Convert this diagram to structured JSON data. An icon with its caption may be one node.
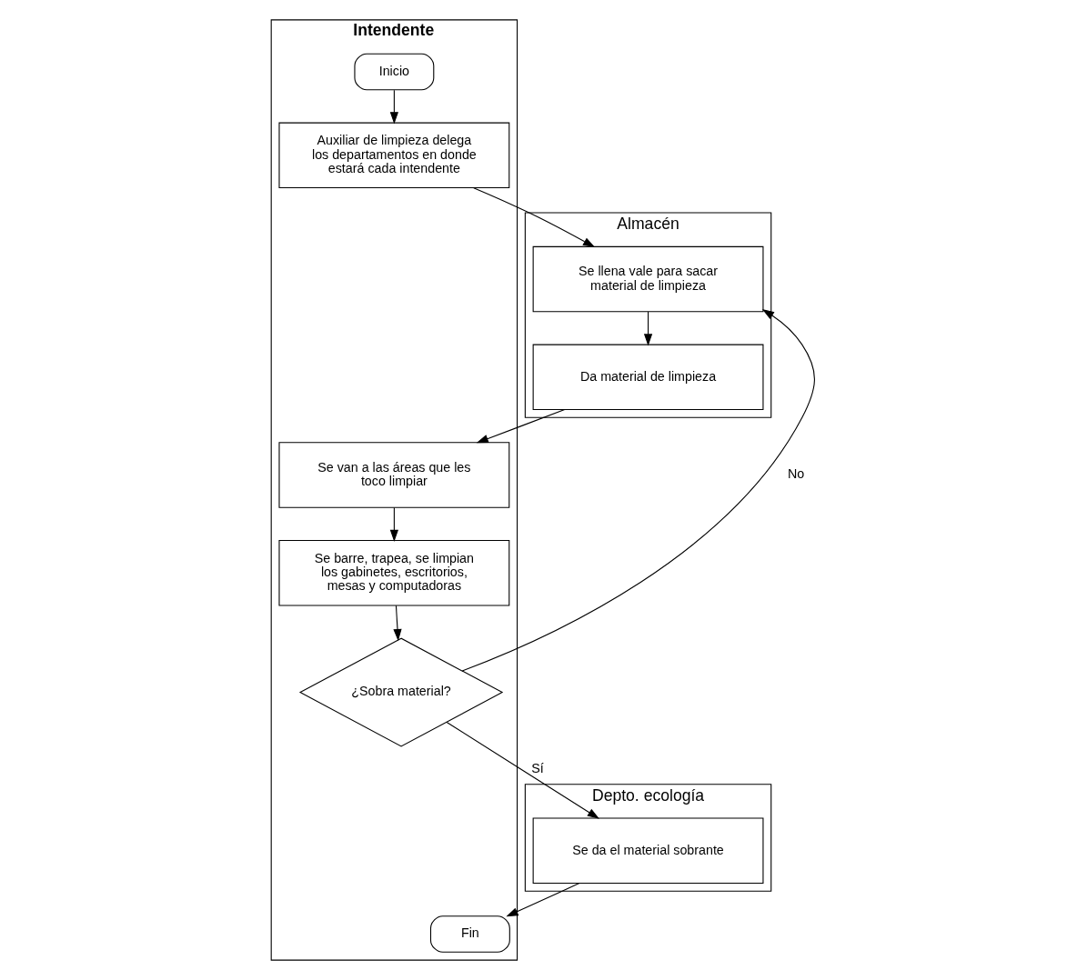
{
  "diagram": {
    "nodes": [
      {
        "text": [
          "Intendente"
        ]
      },
      {
        "text": [
          "Almacén"
        ]
      },
      {
        "text": [
          "Depto. ecología"
        ]
      },
      {
        "text": [
          "Inicio"
        ],
        "in": 0
      },
      {
        "text": [
          "Auxiliar de limpieza delega los departamentos en donde estará cada intendente"
        ],
        "in": 0
      },
      {
        "text": [
          "Se llena vale para sacar material de limpieza"
        ],
        "in": 1
      },
      {
        "text": [
          "Da material de limpieza"
        ],
        "in": 1
      },
      {
        "text": [
          "Se van a las áreas que les toco limpiar"
        ],
        "in": 0
      },
      {
        "text": [
          "Se barre, trapea, se limpian los gabinetes, escritorios, mesas y computadoras"
        ],
        "in": 0
      },
      {
        "text": [
          "¿Sobra material?"
        ],
        "in": 0
      },
      {
        "text": [
          "Se da el material sobrante"
        ],
        "in": 2
      },
      {
        "text": [
          "Fin"
        ],
        "in": 0
      }
    ],
    "edges": [
      {
        "from": 3,
        "to": 4,
        "arrow": "to"
      },
      {
        "from": 4,
        "to": 5,
        "arrow": "to"
      },
      {
        "from": 5,
        "to": 6,
        "arrow": "to"
      },
      {
        "from": 6,
        "to": 7,
        "arrow": "to"
      },
      {
        "from": 7,
        "to": 8,
        "arrow": "to"
      },
      {
        "from": 8,
        "to": 9,
        "arrow": "to"
      },
      {
        "from": 9,
        "to": 5,
        "arrow": "to",
        "label": "No"
      },
      {
        "from": 9,
        "to": 10,
        "arrow": "to",
        "label": "Sí"
      },
      {
        "from": 10,
        "to": 11,
        "arrow": "to"
      }
    ]
  }
}
